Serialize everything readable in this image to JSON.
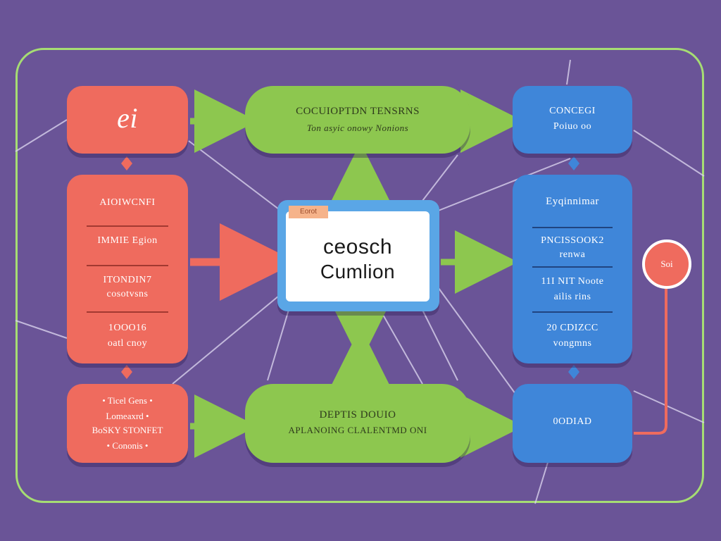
{
  "colors": {
    "background": "#6a5497",
    "frame": "#a6dd73",
    "red": "#ef6b5e",
    "green": "#8dc74f",
    "blue": "#3f86d9",
    "center_border": "#5aa6e6"
  },
  "left": {
    "top_logo": "ei",
    "middle": {
      "title": "AIOIWCNFI",
      "line1": "IMMIE Egion",
      "line2": "ITONDIN7",
      "line3": "cosotvsns",
      "line4": "1OOO16",
      "line5": "oatl cnoy"
    },
    "bottom": {
      "items": [
        "Ticel Gens",
        "Lomeaxrd",
        "BoSKY STONFET",
        "Cononis"
      ]
    }
  },
  "top_center": {
    "title": "COCUIOPTDN TENSRNS",
    "subtitle": "Ton asyic onowy Nonions"
  },
  "bottom_center": {
    "title": "DEPTIS DOUIO",
    "subtitle": "APLANOING CLALENTMD ONI"
  },
  "center": {
    "tag": "Eorot",
    "line1": "ceosch",
    "line2": "Cumlion"
  },
  "right": {
    "top": {
      "line1": "CONCEGI",
      "line2": "Poiuo oo"
    },
    "middle": {
      "title": "Eyqinnimar",
      "line1": "PNCISSOOK2",
      "line2": "renwa",
      "line3": "11I NIT Noote",
      "line4": "ailis rins",
      "line5": "20 CDIZCC",
      "line6": "vongmns"
    },
    "bottom": {
      "label": "0ODIAD"
    }
  },
  "side_circle": {
    "label": "Soi"
  },
  "icons": [
    "arrow-right-icon",
    "arrow-up-icon",
    "arrow-updown-icon",
    "diamond-connector-icon"
  ]
}
